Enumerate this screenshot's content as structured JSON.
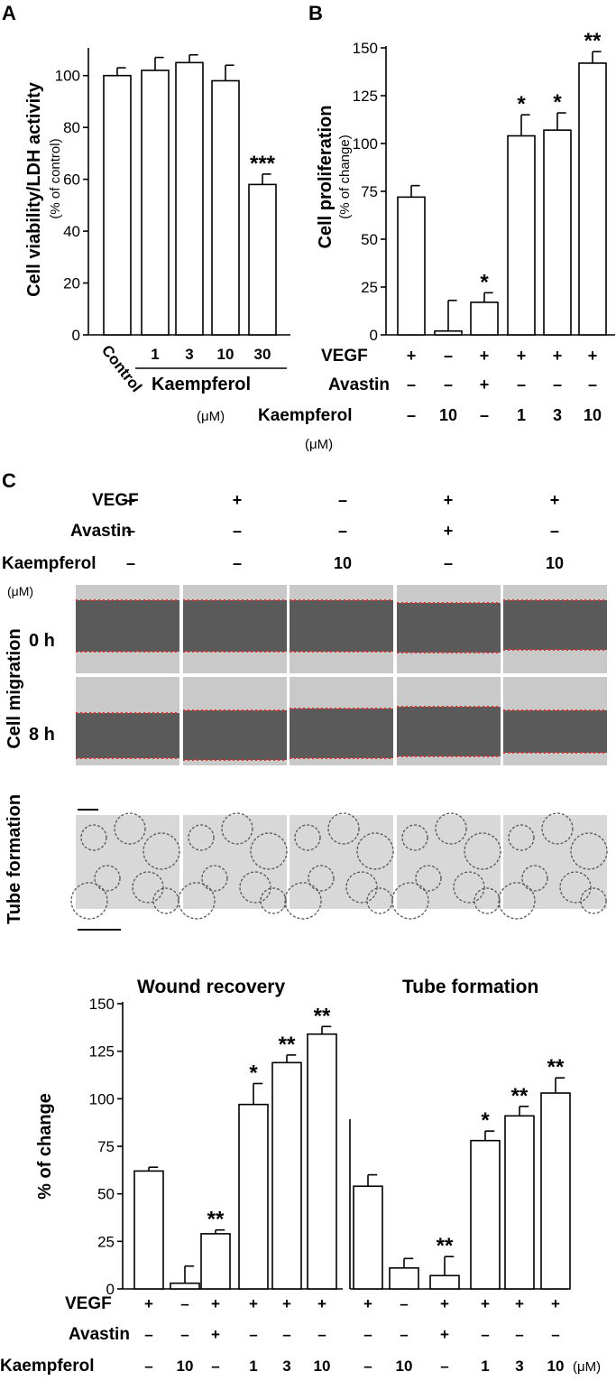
{
  "colors": {
    "bar_fill": "#ffffff",
    "stroke": "#000000",
    "wound_bg": "#5a5a5a",
    "wound_edge": "#e0302a",
    "cell_bg": "#c9c9c9",
    "tube_bg": "#d8d8d8"
  },
  "panel_labels": [
    "A",
    "B",
    "C"
  ],
  "row_labels": {
    "vegf": "VEGF",
    "avastin": "Avastin",
    "kaempferol": "Kaempferol",
    "unit": "(μM)"
  },
  "chart_data": [
    {
      "type": "bar",
      "panel": "A",
      "ylabel": "Cell  viability/LDH activity",
      "ylabel_sub": "(% of control)",
      "ylim": [
        0,
        110
      ],
      "yticks": [
        "0",
        "20",
        "40",
        "60",
        "80",
        "100"
      ],
      "categories": [
        "Control",
        "1",
        "3",
        "10",
        "30"
      ],
      "values": [
        100,
        102,
        105,
        98,
        58
      ],
      "errors": [
        3,
        5,
        3,
        6,
        4
      ],
      "stars": [
        "",
        "",
        "",
        "",
        "***"
      ],
      "group_label": "Kaempferol",
      "group_unit": "(μM)"
    },
    {
      "type": "bar",
      "panel": "B",
      "ylabel": "Cell  proliferation",
      "ylabel_sub": "(% of change)",
      "ylim": [
        0,
        150
      ],
      "yticks": [
        "0",
        "25",
        "50",
        "75",
        "100",
        "125",
        "150"
      ],
      "values": [
        72,
        2,
        17,
        104,
        107,
        142
      ],
      "errors": [
        6,
        16,
        5,
        11,
        9,
        6
      ],
      "stars": [
        "",
        "",
        "*",
        "*",
        "*",
        "**"
      ],
      "rows": {
        "vegf": [
          "+",
          "-",
          "+",
          "+",
          "+",
          "+"
        ],
        "avastin": [
          "-",
          "-",
          "+",
          "-",
          "-",
          "-"
        ],
        "kaempferol": [
          "-",
          "10",
          "-",
          "1",
          "3",
          "10"
        ]
      }
    },
    {
      "type": "bar",
      "panel": "C-bottom",
      "ylabel": "% of change",
      "ylim": [
        0,
        150
      ],
      "yticks": [
        "0",
        "25",
        "50",
        "75",
        "100",
        "125",
        "150"
      ],
      "series": [
        {
          "name": "Wound recovery",
          "values": [
            62,
            3,
            29,
            97,
            119,
            134
          ],
          "errors": [
            2,
            9,
            2,
            11,
            4,
            4
          ],
          "stars": [
            "",
            "",
            "**",
            "*",
            "**",
            "**"
          ]
        },
        {
          "name": "Tube formation",
          "values": [
            54,
            11,
            7,
            78,
            91,
            103
          ],
          "errors": [
            6,
            5,
            10,
            5,
            5,
            8
          ],
          "stars": [
            "",
            "",
            "**",
            "*",
            "**",
            "**"
          ]
        }
      ],
      "rows": {
        "vegf": [
          "+",
          "-",
          "+",
          "+",
          "+",
          "+",
          "+",
          "-",
          "+",
          "+",
          "+",
          "+"
        ],
        "avastin": [
          "-",
          "-",
          "+",
          "-",
          "-",
          "-",
          "-",
          "-",
          "+",
          "-",
          "-",
          "-"
        ],
        "kaempferol": [
          "-",
          "10",
          "-",
          "1",
          "3",
          "10",
          "-",
          "10",
          "-",
          "1",
          "3",
          "10"
        ]
      }
    }
  ],
  "images": {
    "rows": {
      "vegf": [
        "-",
        "+",
        "-",
        "+",
        "+"
      ],
      "avastin": [
        "-",
        "-",
        "-",
        "+",
        "-"
      ],
      "kaempferol": [
        "-",
        "-",
        "10",
        "-",
        "10"
      ]
    },
    "time_labels": [
      "0 h",
      "8 h"
    ],
    "side_labels": {
      "migration": "Cell migration",
      "tube": "Tube formation"
    }
  }
}
